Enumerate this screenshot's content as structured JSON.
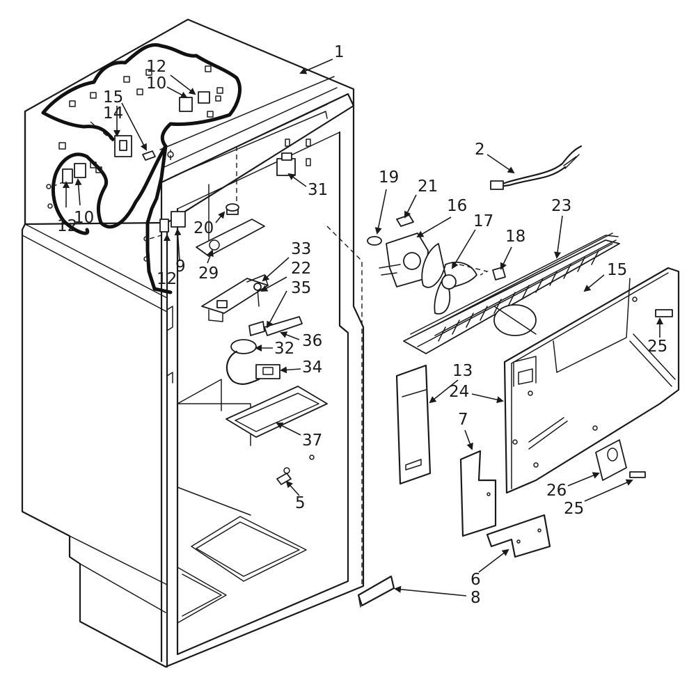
{
  "callouts": {
    "c1": "1",
    "c2": "2",
    "c5": "5",
    "c6": "6",
    "c7": "7",
    "c8": "8",
    "c9": "9",
    "c10a": "10",
    "c10b": "10",
    "c12a": "12",
    "c12b": "12",
    "c12c": "12",
    "c13": "13",
    "c14": "14",
    "c15a": "15",
    "c15b": "15",
    "c16": "16",
    "c17": "17",
    "c18": "18",
    "c19": "19",
    "c20": "20",
    "c21": "21",
    "c22": "22",
    "c23": "23",
    "c24": "24",
    "c25a": "25",
    "c25b": "25",
    "c26": "26",
    "c29": "29",
    "c31": "31",
    "c32": "32",
    "c33": "33",
    "c34": "34",
    "c35": "35",
    "c36": "36",
    "c37": "37"
  }
}
